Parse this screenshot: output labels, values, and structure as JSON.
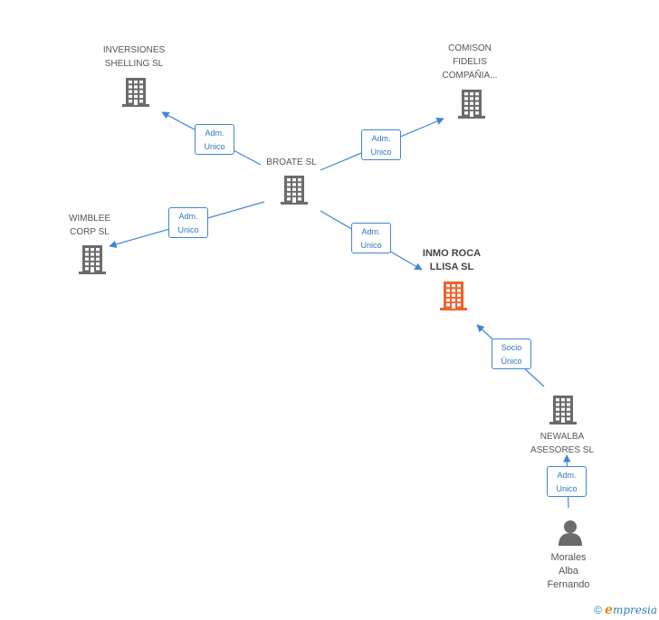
{
  "diagram": {
    "nodes": [
      {
        "id": "broate",
        "kind": "company",
        "label": "BROATE  SL"
      },
      {
        "id": "inversiones",
        "kind": "company",
        "label": "INVERSIONES\nSHELLING SL"
      },
      {
        "id": "comison",
        "kind": "company",
        "label": "COMISON\nFIDELIS\nCOMPAÑIA..."
      },
      {
        "id": "wimblee",
        "kind": "company",
        "label": "WIMBLEE\nCORP SL"
      },
      {
        "id": "inmo",
        "kind": "company-focus",
        "label": "INMO ROCA\nLLISA SL"
      },
      {
        "id": "newalba",
        "kind": "company",
        "label": "NEWALBA\nASESORES SL"
      },
      {
        "id": "morales",
        "kind": "person",
        "label": "Morales\nAlba\nFernando"
      }
    ],
    "edges": [
      {
        "from": "broate",
        "to": "inversiones",
        "label": "Adm.\nUnico"
      },
      {
        "from": "broate",
        "to": "comison",
        "label": "Adm.\nUnico"
      },
      {
        "from": "broate",
        "to": "wimblee",
        "label": "Adm.\nUnico"
      },
      {
        "from": "broate",
        "to": "inmo",
        "label": "Adm.\nUnico"
      },
      {
        "from": "newalba",
        "to": "inmo",
        "label": "Socio\nÚnico"
      },
      {
        "from": "morales",
        "to": "newalba",
        "label": "Adm.\nUnico"
      }
    ]
  },
  "colors": {
    "company_icon": "#6b6b6b",
    "focus_icon": "#f0612e",
    "edge_line": "#3d86d6",
    "edge_text": "#2f75c4"
  },
  "footer": {
    "copyright_symbol": "©",
    "brand_initial": "e",
    "brand_rest": "mpresia"
  }
}
